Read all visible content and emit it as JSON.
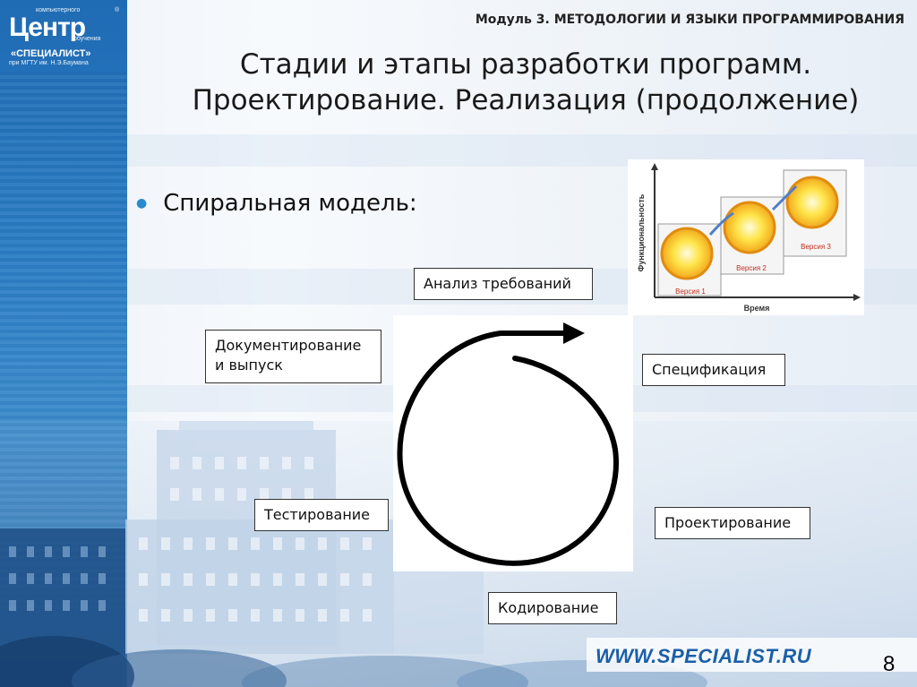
{
  "logo": {
    "line_top_small": "компьютерного",
    "line_big": "Центр",
    "line_right_small": "обучения",
    "line_brand": "«СПЕЦИАЛИСТ»",
    "line_bottom": "при МГТУ им. Н.Э.Баумана",
    "registered": "®"
  },
  "header": {
    "module": "Модуль 3. МЕТОДОЛОГИИ И ЯЗЫКИ ПРОГРАММИРОВАНИЯ"
  },
  "title": {
    "line1": "Стадии и этапы разработки программ.",
    "line2": "Проектирование. Реализация (продолжение)"
  },
  "bullet": "Спиральная модель:",
  "stages": {
    "analysis": "Анализ требований",
    "spec": "Спецификация",
    "design": "Проектирование",
    "coding": "Кодирование",
    "testing": "Тестирование",
    "docs_line1": "Документирование",
    "docs_line2": "и выпуск"
  },
  "inset": {
    "y_label": "Функциональность",
    "x_label": "Время",
    "v1": "Версия 1",
    "v2": "Версия 2",
    "v3": "Версия 3"
  },
  "footer": {
    "url": "WWW.SPECIALIST.RU",
    "page": "8"
  },
  "colors": {
    "strip": "#2a7cc4",
    "url": "#1a5fa8",
    "sun_outer": "#f2a81c",
    "sun_inner": "#ffe54a"
  }
}
